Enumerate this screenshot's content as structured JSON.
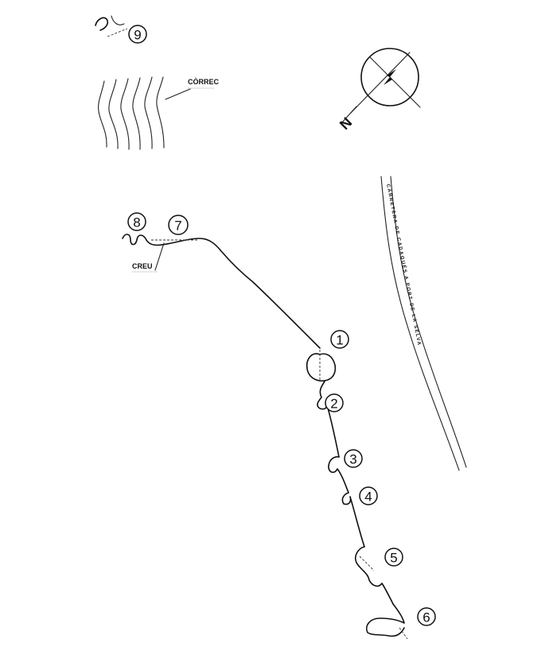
{
  "labels": {
    "correc": "CÒRREC",
    "creu": "CREU",
    "north": "N",
    "road": "CARRETERA DE CADAQUÉS A PORT DE LA SELVA"
  },
  "markers": [
    "1",
    "2",
    "3",
    "4",
    "5",
    "6",
    "7",
    "8",
    "9"
  ]
}
